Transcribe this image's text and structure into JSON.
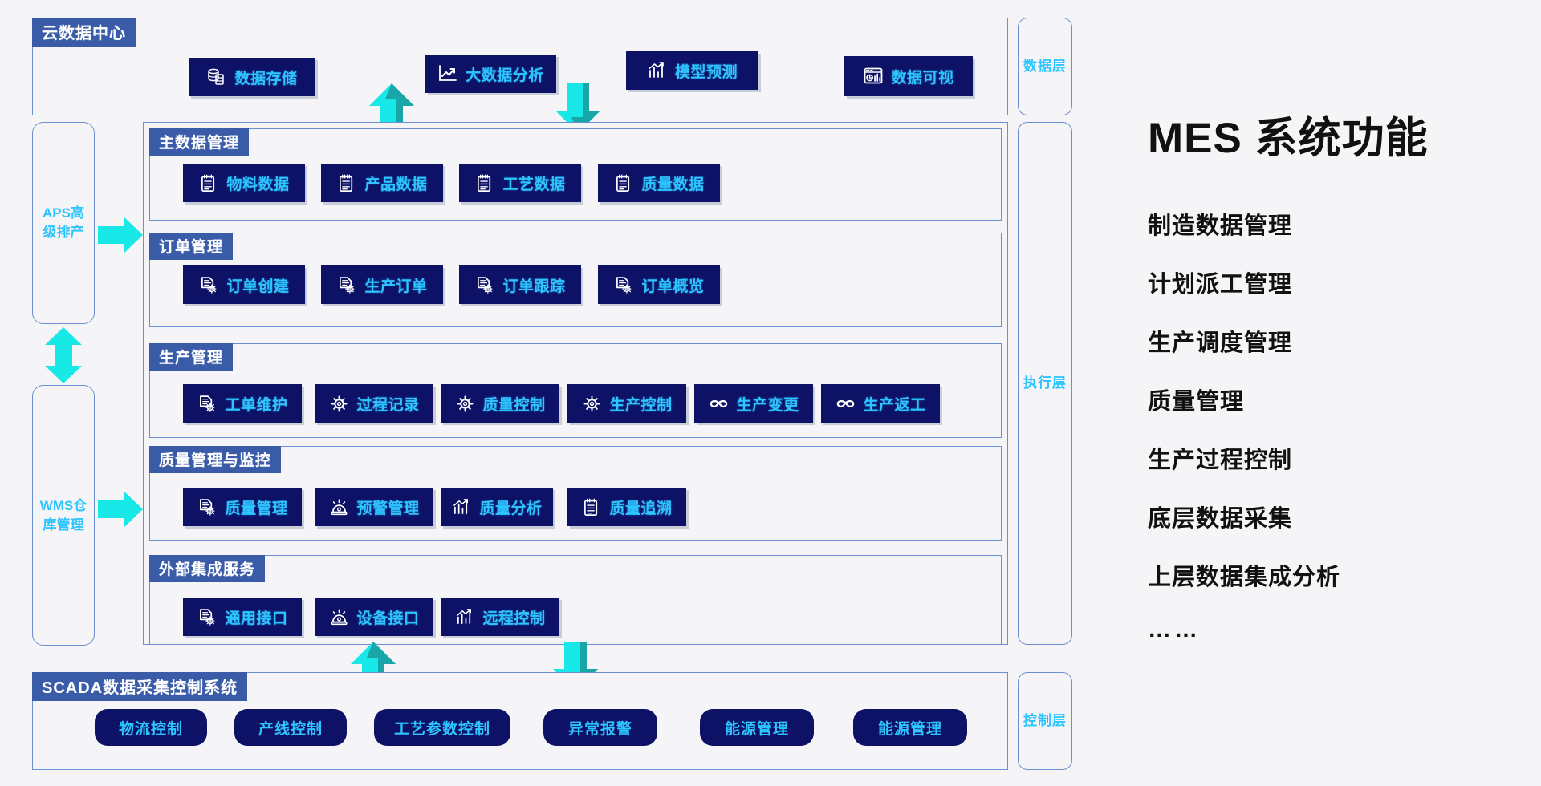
{
  "colors": {
    "chip_bg": "#0d1266",
    "chip_text": "#2ec4ff",
    "group_title_bg": "#3a5ca8",
    "border": "#6c8fd1",
    "arrow_cyan": "#18e8e8",
    "arrow_shadow": "#1a8f92",
    "page_bg": "#f5f5f7"
  },
  "cloud_layer": {
    "title": "云数据中心",
    "items": [
      {
        "label": "数据存储",
        "icon": "database-icon"
      },
      {
        "label": "大数据分析",
        "icon": "trending-chart-icon"
      },
      {
        "label": "模型预测",
        "icon": "bar-trend-icon"
      },
      {
        "label": "数据可视",
        "icon": "dashboard-icon"
      }
    ]
  },
  "left_modules": [
    {
      "label": "APS高级排产",
      "line1": "APS高",
      "line2": "级排产"
    },
    {
      "label": "WMS仓库管理",
      "line1": "WMS仓",
      "line2": "库管理"
    }
  ],
  "side_layers": [
    {
      "label": "数据层"
    },
    {
      "label": "执行层"
    },
    {
      "label": "控制层"
    }
  ],
  "groups": [
    {
      "title": "主数据管理",
      "items": [
        {
          "label": "物料数据",
          "icon": "clipboard-list-icon"
        },
        {
          "label": "产品数据",
          "icon": "clipboard-list-icon"
        },
        {
          "label": "工艺数据",
          "icon": "clipboard-list-icon"
        },
        {
          "label": "质量数据",
          "icon": "clipboard-list-icon"
        }
      ]
    },
    {
      "title": "订单管理",
      "items": [
        {
          "label": "订单创建",
          "icon": "document-gear-icon"
        },
        {
          "label": "生产订单",
          "icon": "document-gear-icon"
        },
        {
          "label": "订单跟踪",
          "icon": "document-gear-icon"
        },
        {
          "label": "订单概览",
          "icon": "document-gear-icon"
        }
      ]
    },
    {
      "title": "生产管理",
      "items": [
        {
          "label": "工单维护",
          "icon": "document-gear-icon"
        },
        {
          "label": "过程记录",
          "icon": "gear-icon"
        },
        {
          "label": "质量控制",
          "icon": "gear-icon"
        },
        {
          "label": "生产控制",
          "icon": "gear-icon"
        },
        {
          "label": "生产变更",
          "icon": "infinity-icon"
        },
        {
          "label": "生产返工",
          "icon": "infinity-icon"
        }
      ]
    },
    {
      "title": "质量管理与监控",
      "items": [
        {
          "label": "质量管理",
          "icon": "document-gear-icon"
        },
        {
          "label": "预警管理",
          "icon": "alarm-icon"
        },
        {
          "label": "质量分析",
          "icon": "bar-trend-icon"
        },
        {
          "label": "质量追溯",
          "icon": "clipboard-list-icon"
        }
      ]
    },
    {
      "title": "外部集成服务",
      "items": [
        {
          "label": "通用接口",
          "icon": "document-gear-icon"
        },
        {
          "label": "设备接口",
          "icon": "alarm-icon"
        },
        {
          "label": "远程控制",
          "icon": "bar-trend-icon"
        }
      ]
    }
  ],
  "scada": {
    "title": "SCADA数据采集控制系统",
    "items": [
      {
        "label": "物流控制"
      },
      {
        "label": "产线控制"
      },
      {
        "label": "工艺参数控制"
      },
      {
        "label": "异常报警"
      },
      {
        "label": "能源管理"
      },
      {
        "label": "能源管理"
      }
    ]
  },
  "right_panel": {
    "title": "MES 系统功能",
    "items": [
      "制造数据管理",
      "计划派工管理",
      "生产调度管理",
      "质量管理",
      "生产过程控制",
      "底层数据采集",
      "上层数据集成分析"
    ],
    "ellipsis": "……"
  }
}
